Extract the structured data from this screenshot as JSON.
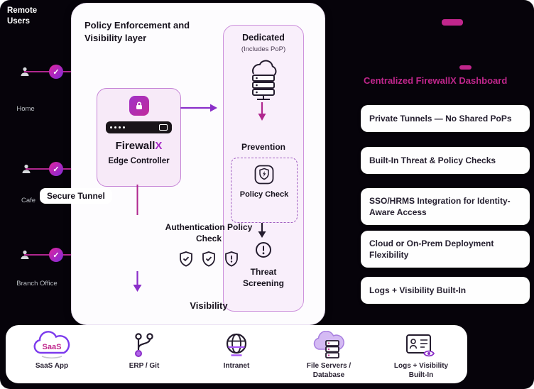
{
  "left_panel": {
    "title": "Remote Users",
    "check_glyph": "✓",
    "nodes": [
      {
        "label": "Home",
        "icon": "user-icon"
      },
      {
        "label": "Cafe",
        "icon": "user-icon"
      },
      {
        "label": "Branch Office",
        "icon": "user-icon"
      }
    ],
    "secure_tunnel_label": "Secure Tunnel"
  },
  "enforcement_card": {
    "title": "Policy Enforcement and Visibility layer",
    "edge_controller": {
      "brand": "Firewall",
      "brand_accent": "X",
      "label": "Edge Controller",
      "icon": "lock-icon"
    },
    "auth_label": "Authentication Policy Check",
    "auth_icons": [
      "shield-check-icon",
      "shield-check-icon",
      "shield-alert-icon"
    ],
    "visibility_label": "Visibility"
  },
  "dedicated": {
    "title": "Dedicated",
    "subtitle": "(Includes PoP)",
    "icon": "cloud-server-icon",
    "prevention_label": "Prevention",
    "policy_check_label": "Policy Check",
    "policy_check_icon": "shield-bolt-icon",
    "threat_icon": "alert-circle-icon",
    "threat_label": "Threat Screening"
  },
  "dashboard": {
    "title": "Centralized FirewallX Dashboard",
    "items": [
      "Private Tunnels — No Shared PoPs",
      "Built-In Threat & Policy Checks",
      "SSO/HRMS Integration for Identity-Aware Access",
      "Cloud or On-Prem Deployment Flexibility",
      "Logs + Visibility Built-In"
    ]
  },
  "bottom_bar": {
    "items": [
      {
        "label": "SaaS App",
        "icon": "saas-cloud-icon",
        "badge": "SaaS"
      },
      {
        "label": "ERP / Git",
        "icon": "git-branch-icon"
      },
      {
        "label": "Intranet",
        "icon": "globe-icon"
      },
      {
        "label": "File Servers / Database",
        "icon": "cloud-database-icon"
      },
      {
        "label": "Logs + Visibility Built-In",
        "icon": "log-visibility-icon"
      }
    ]
  },
  "colors": {
    "accent_magenta": "#c0268c",
    "accent_purple": "#8b2fc9",
    "background": "#06030a"
  }
}
